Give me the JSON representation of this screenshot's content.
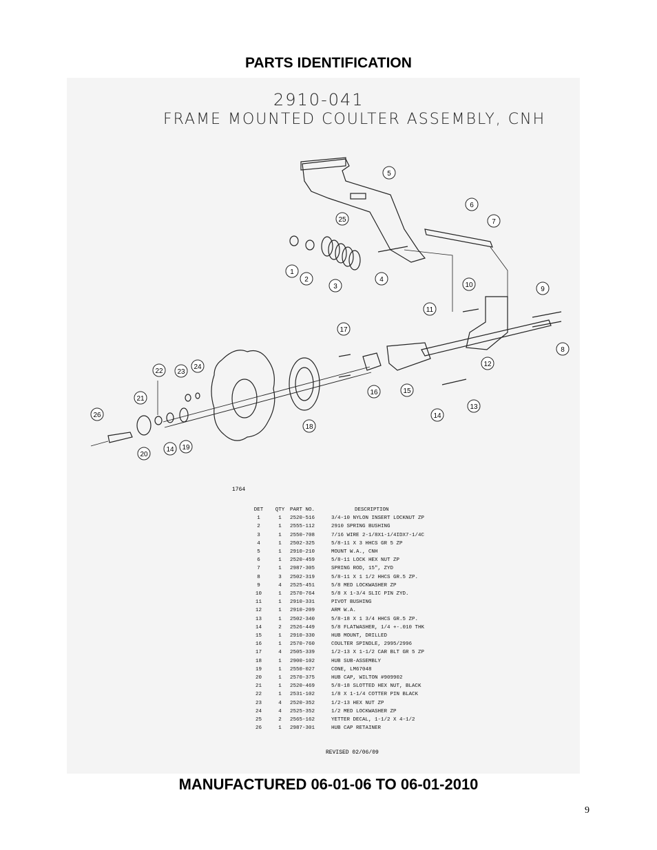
{
  "page": {
    "heading": "PARTS IDENTIFICATION",
    "footer_heading": "MANUFACTURED 06-01-06 TO 06-01-2010",
    "page_number": "9"
  },
  "drawing": {
    "number": "2910-041",
    "title": "FRAME MOUNTED COULTER ASSEMBLY, CNH",
    "drawing_id": "1764",
    "revised": "REVISED 02/06/09",
    "callouts": [
      "1",
      "2",
      "3",
      "4",
      "5",
      "6",
      "7",
      "8",
      "9",
      "10",
      "11",
      "12",
      "13",
      "14",
      "15",
      "16",
      "17",
      "18",
      "19",
      "20",
      "21",
      "22",
      "23",
      "24",
      "25",
      "26",
      "14"
    ]
  },
  "parts_table": {
    "headers": [
      "DET",
      "QTY",
      "PART NO.",
      "DESCRIPTION"
    ],
    "rows": [
      [
        "1",
        "1",
        "2520-516",
        "3/4-10 NYLON INSERT LOCKNUT ZP"
      ],
      [
        "2",
        "1",
        "2555-112",
        "2910 SPRING BUSHING"
      ],
      [
        "3",
        "1",
        "2550-708",
        "7/16 WIRE 2-1/8X1-1/4IDX7-1/4C"
      ],
      [
        "4",
        "1",
        "2502-325",
        "5/8-11 X 3 HHCS GR 5 ZP"
      ],
      [
        "5",
        "1",
        "2910-210",
        "MOUNT W.A., CNH"
      ],
      [
        "6",
        "1",
        "2520-459",
        "5/8-11 LOCK HEX NUT  ZP"
      ],
      [
        "7",
        "1",
        "2987-305",
        "SPRING ROD, 15\", ZYD"
      ],
      [
        "8",
        "3",
        "2502-319",
        "5/8-11 X 1 1/2 HHCS GR.5 ZP."
      ],
      [
        "9",
        "4",
        "2525-451",
        "5/8 MED LOCKWASHER ZP"
      ],
      [
        "10",
        "1",
        "2570-764",
        "5/8 X 1-3/4 SLIC PIN ZYD."
      ],
      [
        "11",
        "1",
        "2910-331",
        "PIVOT BUSHING"
      ],
      [
        "12",
        "1",
        "2910-209",
        "ARM W.A."
      ],
      [
        "13",
        "1",
        "2502-340",
        "5/8-18 X 1 3/4 HHCS GR.5 ZP."
      ],
      [
        "14",
        "2",
        "2526-449",
        "5/8 FLATWASHER, 1/4 +-.010 THK"
      ],
      [
        "15",
        "1",
        "2910-330",
        "HUB MOUNT, DRILLED"
      ],
      [
        "16",
        "1",
        "2570-760",
        "COULTER SPINDLE, 2995/2996"
      ],
      [
        "17",
        "4",
        "2505-339",
        "1/2-13 X 1-1/2 CAR BLT GR 5 ZP"
      ],
      [
        "18",
        "1",
        "2900-102",
        "HUB SUB-ASSEMBLY"
      ],
      [
        "19",
        "1",
        "2550-027",
        "CONE, LM67048"
      ],
      [
        "20",
        "1",
        "2570-375",
        "HUB CAP, WILTON #909902"
      ],
      [
        "21",
        "1",
        "2520-469",
        "5/8-18 SLOTTED HEX NUT, BLACK"
      ],
      [
        "22",
        "1",
        "2531-102",
        "1/8 X 1-1/4 COTTER PIN   BLACK"
      ],
      [
        "23",
        "4",
        "2520-352",
        "1/2-13 HEX NUT ZP"
      ],
      [
        "24",
        "4",
        "2525-352",
        "1/2 MED LOCKWASHER ZP"
      ],
      [
        "25",
        "2",
        "2565-162",
        "YETTER DECAL, 1-1/2 X 4-1/2"
      ],
      [
        "26",
        "1",
        "2987-301",
        "HUB CAP RETAINER"
      ]
    ]
  }
}
